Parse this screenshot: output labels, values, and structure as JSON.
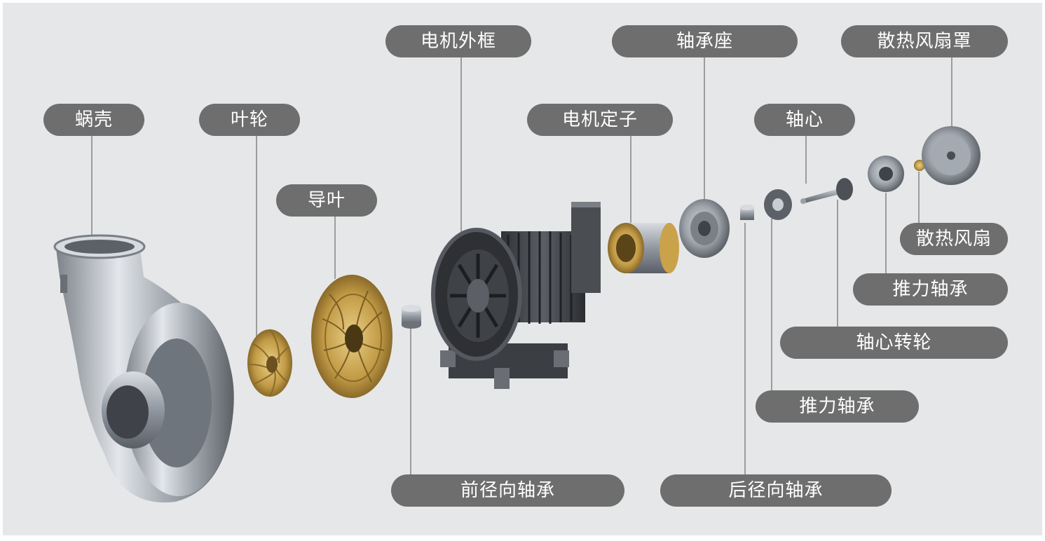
{
  "labels": {
    "volute": "蜗壳",
    "impeller": "叶轮",
    "diffuser": "导叶",
    "motor_frame": "电机外框",
    "motor_stator": "电机定子",
    "bearing_seat": "轴承座",
    "shaft": "轴心",
    "fan_cover": "散热风扇罩",
    "fan": "散热风扇",
    "thrust_bearing_top": "推力轴承",
    "shaft_rotor": "轴心转轮",
    "thrust_bearing_bottom": "推力轴承",
    "front_radial_bearing": "前径向轴承",
    "rear_radial_bearing": "后径向轴承"
  },
  "colors": {
    "background": "#e6e7e8",
    "label_bg": "#6e6e6e",
    "label_text": "#ffffff",
    "leader_line": "#8a8a8a",
    "metal": "#9aa0a6",
    "dark_metal": "#3c3f43",
    "brass": "#c9a24a"
  }
}
